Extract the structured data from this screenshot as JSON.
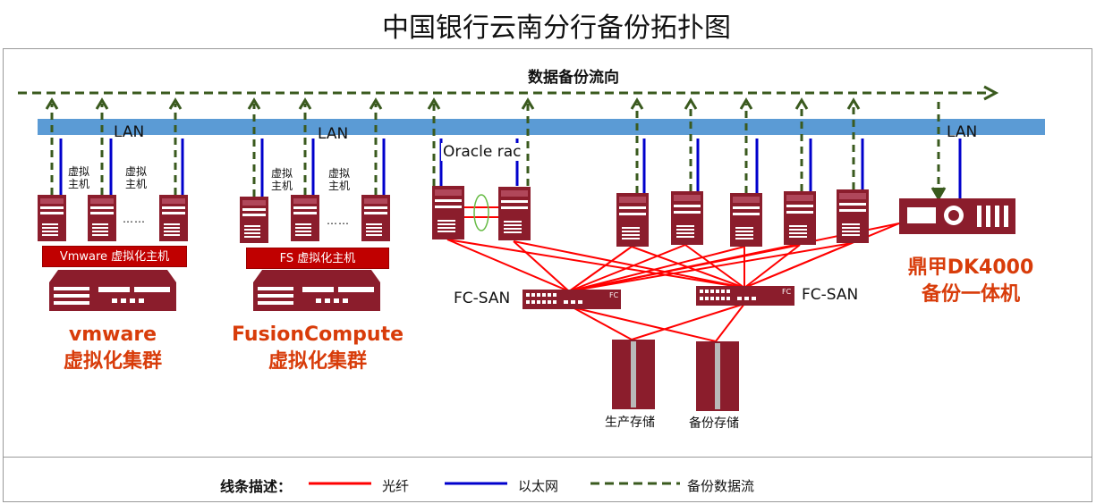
{
  "title": "中国银行云南分行备份拓扑图",
  "flow_label": "数据备份流向",
  "lan_labels": [
    "LAN",
    "LAN",
    "LAN"
  ],
  "vm_host_label": "虚拟\n主机",
  "dots": "……",
  "oracle_label": "Oracle rac",
  "banners": {
    "vmware": "Vmware 虚拟化主机",
    "fs": "FS 虚拟化主机"
  },
  "clusters": {
    "vmware": "vmware\n虚拟化集群",
    "fusion": "FusionCompute\n虚拟化集群",
    "dk": "鼎甲DK4000\n备份一体机"
  },
  "fc_san_label": "FC-SAN",
  "switch_badge": "FC",
  "storage": {
    "production": "生产存储",
    "backup": "备份存储"
  },
  "legend": {
    "title": "线条描述：",
    "items": [
      {
        "label": "光纤",
        "color": "#ff0000",
        "style": "solid"
      },
      {
        "label": "以太网",
        "color": "#0000cc",
        "style": "solid"
      },
      {
        "label": "备份数据流",
        "color": "#3a5a1e",
        "style": "dashed"
      }
    ]
  },
  "colors": {
    "lan_bar": "#5b9bd5",
    "server": "#8b1d2c",
    "fiber": "#ff0000",
    "ethernet": "#0000cc",
    "backup_flow": "#3a5a1e",
    "cluster_text": "#d83c0a"
  }
}
